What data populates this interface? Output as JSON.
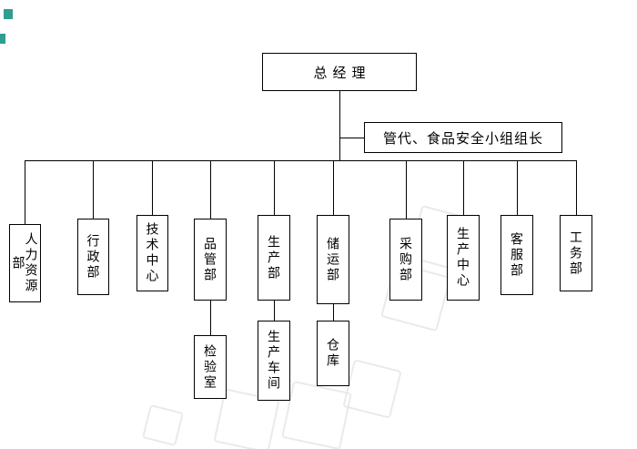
{
  "chart": {
    "root": {
      "label": "总经理"
    },
    "staff": {
      "label": "管代、食品安全小组组长"
    },
    "departments": [
      {
        "label": "人力资源部"
      },
      {
        "label": "行政部"
      },
      {
        "label": "技术中心"
      },
      {
        "label": "品管部",
        "child": "检验室"
      },
      {
        "label": "生产部",
        "child": "生产车间"
      },
      {
        "label": "储运部",
        "child": "仓库"
      },
      {
        "label": "采购部"
      },
      {
        "label": "生产中心"
      },
      {
        "label": "客服部"
      },
      {
        "label": "工务部"
      }
    ]
  }
}
